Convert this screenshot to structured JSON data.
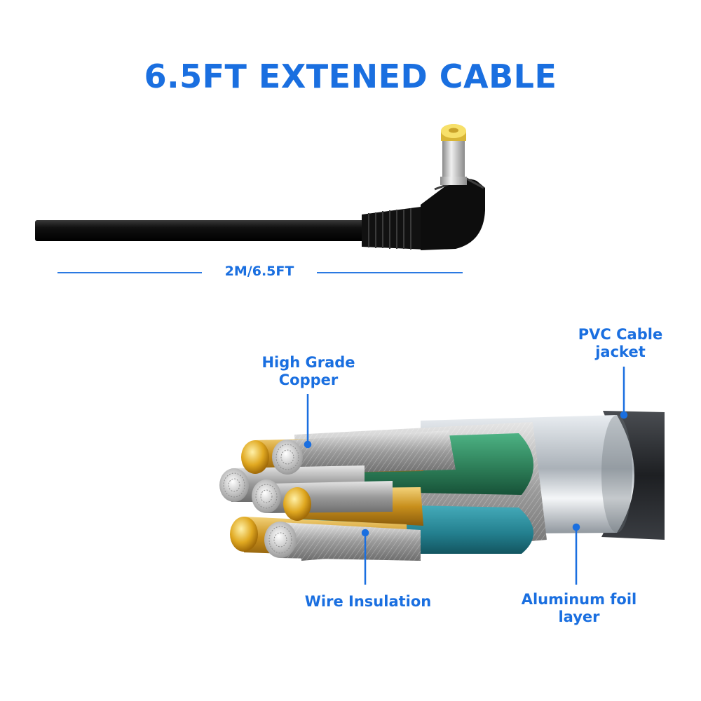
{
  "title": "6.5FT EXTENED CABLE",
  "length_label": "2M/6.5FT",
  "callouts": {
    "copper": [
      "High Grade",
      "Copper"
    ],
    "jacket": [
      "PVC Cable",
      "jacket"
    ],
    "insulation": "Wire Insulation",
    "foil": [
      "Aluminum foil",
      "layer"
    ]
  },
  "colors": {
    "accent": "#1a6fe0",
    "cable": "#111111",
    "tip": "#f2d34a",
    "copper": "#d9a52a",
    "green_insulation": "#2f8a5f",
    "teal_insulation": "#2a8e9e",
    "foil": "#c9ced4"
  }
}
